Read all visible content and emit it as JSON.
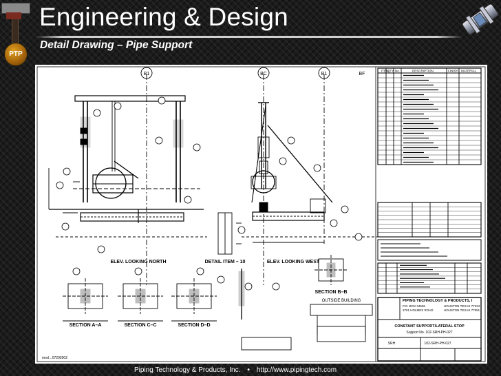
{
  "header": {
    "title": "Engineering & Design",
    "subtitle": "Detail Drawing – Pipe Support",
    "logo_text": "PTP"
  },
  "drawing": {
    "views": {
      "elev_north": "ELEV. LOOKING NORTH",
      "detail_10": "DETAIL ITEM – 10",
      "elev_west": "ELEV. LOOKING WEST",
      "section_a": "SECTION A–A",
      "section_c": "SECTION C–C",
      "section_d": "SECTION D–D",
      "section_b": "SECTION B–B",
      "outside_building": "OUTSIDE BUILDING"
    },
    "grid_markers": [
      "B1",
      "BC",
      "B1",
      "BF"
    ],
    "bom_headers": [
      "ITEM",
      "QTY",
      "No.",
      "DESCRIPTION",
      "FINISH",
      "MATERIAL"
    ],
    "title_block": {
      "company": "PIPING TECHNOLOGY & PRODUCTS, I",
      "support_type": "CONSTANT SUPPORT/LATERAL STOP",
      "support_no": "Support No. 102-SRH-PH-027",
      "drawing_no": "102-SRH-PH-027",
      "address_1": "P.O. BOX 34506",
      "address_2": "3701 HOLMES ROAD",
      "city_1": "HOUSTON TEXAS 77234",
      "city_2": "HOUSTON TEXAS 77051",
      "client": "SRH"
    },
    "file_ref": "mod…07292002"
  },
  "footer": {
    "company": "Piping Technology & Products, Inc.",
    "separator": "•",
    "url": "http://www.pipingtech.com"
  }
}
